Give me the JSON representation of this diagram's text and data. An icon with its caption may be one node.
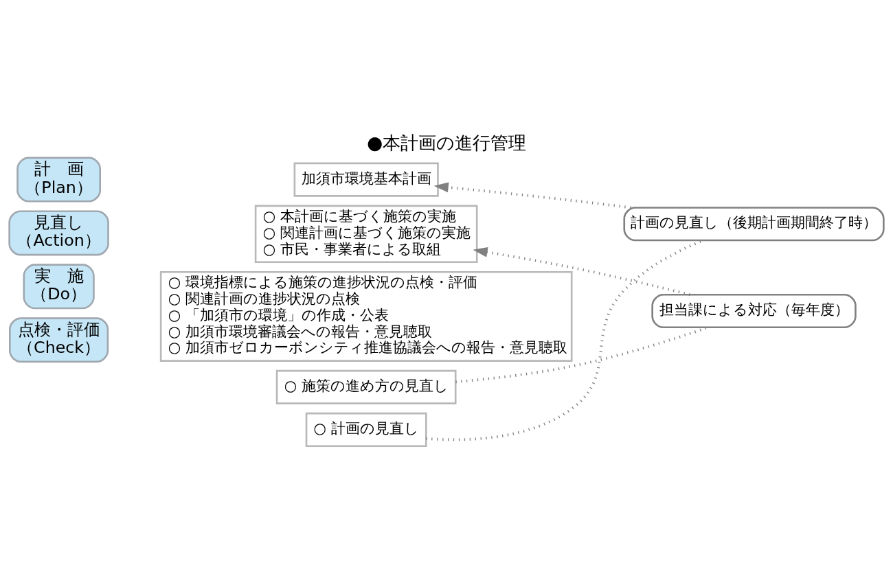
{
  "diagram": {
    "title": "●本計画の進行管理",
    "nodes": [
      {
        "text": [
          "計　画",
          "（Plan）"
        ]
      },
      {
        "text": [
          "見直し",
          "（Action）"
        ]
      },
      {
        "text": [
          "実　施",
          "（Do）"
        ]
      },
      {
        "text": [
          "点検・評価",
          "（Check）"
        ]
      },
      {
        "text": [
          "加須市環境基本計画"
        ]
      },
      {
        "text": [
          "○ 本計画に基づく施策の実施",
          "○ 関連計画に基づく施策の実施",
          "○ 市民・事業者による取組"
        ]
      },
      {
        "text": [
          "○ 環境指標による施策の進捗状況の点検・評価",
          "○ 関連計画の進捗状況の点検",
          "○ 「加須市の環境」の作成・公表",
          "○ 加須市環境審議会への報告・意見聴取",
          "○ 加須市ゼロカーボンシティ推進協議会への報告・意見聴取"
        ]
      },
      {
        "text": [
          "○ 施策の進め方の見直し"
        ]
      },
      {
        "text": [
          "○ 計画の見直し"
        ]
      },
      {
        "text": [
          "担当課による対応（毎年度）"
        ]
      },
      {
        "text": [
          "計画の見直し（後期計画期間終了時）"
        ]
      }
    ],
    "edges": [
      {
        "from": 7,
        "to": 9,
        "arrow": "none",
        "style": "dashed"
      },
      {
        "from": 9,
        "to": 5,
        "arrow": "to",
        "style": "dashed"
      },
      {
        "from": 8,
        "to": 10,
        "arrow": "none",
        "style": "dashed"
      },
      {
        "from": 10,
        "to": 4,
        "arrow": "to",
        "style": "dashed"
      }
    ]
  }
}
